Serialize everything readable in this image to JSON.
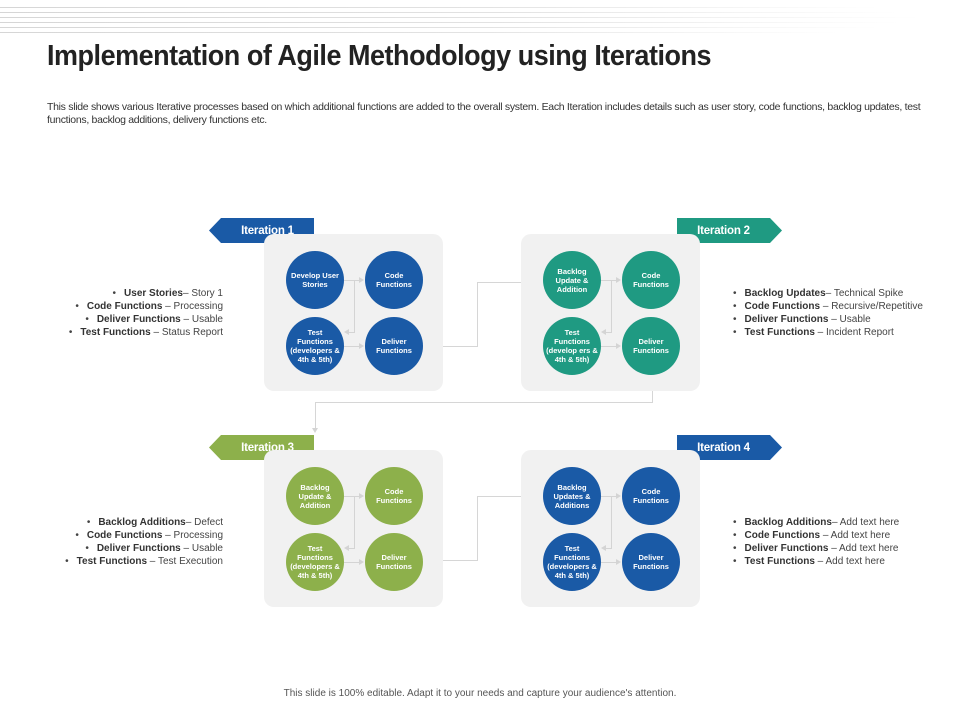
{
  "slide": {
    "title": "Implementation of Agile Methodology using Iterations",
    "description": "This slide shows various Iterative processes based on which additional functions are added to the overall system. Each Iteration includes details such as user story, code functions, backlog updates, test functions, backlog additions, delivery functions etc.",
    "footer": "This slide is 100% editable. Adapt it to your needs and capture your audience's attention."
  },
  "colors": {
    "blue": "#1a5aa6",
    "teal": "#1f9a82",
    "green": "#8db04b",
    "panel": "#f1f1f1",
    "connector": "#d6d6d6"
  },
  "iterations": [
    {
      "label": "Iteration 1",
      "color": "#1a5aa6",
      "circles": [
        "Develop User Stories",
        "Code Functions",
        "Test Functions (developers & 4th & 5th)",
        "Deliver Functions"
      ],
      "bullets": [
        {
          "key": "User Stories",
          "sep": "– ",
          "value": "Story 1"
        },
        {
          "key": "Code Functions",
          "sep": " –  ",
          "value": "Processing"
        },
        {
          "key": "Deliver Functions",
          "sep": " – ",
          "value": "Usable"
        },
        {
          "key": "Test Functions",
          "sep": " – ",
          "value": "Status Report"
        }
      ]
    },
    {
      "label": "Iteration 2",
      "color": "#1f9a82",
      "circles": [
        "Backlog Update & Addition",
        "Code Functions",
        "Test Functions (develop ers & 4th & 5th)",
        "Deliver Functions"
      ],
      "bullets": [
        {
          "key": "Backlog Updates",
          "sep": "– ",
          "value": "Technical Spike"
        },
        {
          "key": "Code Functions",
          "sep": " –  ",
          "value": "Recursive/Repetitive"
        },
        {
          "key": "Deliver Functions",
          "sep": " – ",
          "value": "Usable"
        },
        {
          "key": "Test Functions",
          "sep": " – ",
          "value": "Incident  Report"
        }
      ]
    },
    {
      "label": "Iteration 3",
      "color": "#8db04b",
      "circles": [
        "Backlog Update & Addition",
        "Code Functions",
        "Test Functions (developers & 4th & 5th)",
        "Deliver Functions"
      ],
      "bullets": [
        {
          "key": "Backlog Additions",
          "sep": "– ",
          "value": "Defect"
        },
        {
          "key": "Code Functions",
          "sep": " –  ",
          "value": "Processing"
        },
        {
          "key": "Deliver Functions",
          "sep": " – ",
          "value": "Usable"
        },
        {
          "key": "Test Functions",
          "sep": " – ",
          "value": "Test Execution"
        }
      ]
    },
    {
      "label": "Iteration 4",
      "color": "#1a5aa6",
      "circles": [
        "Backlog Updates & Additions",
        "Code Functions",
        "Test Functions (developers & 4th & 5th)",
        "Deliver Functions"
      ],
      "bullets": [
        {
          "key": "Backlog Additions",
          "sep": "– ",
          "value": "Add text here"
        },
        {
          "key": "Code Functions",
          "sep": " –  ",
          "value": "Add text here"
        },
        {
          "key": "Deliver Functions",
          "sep": " – ",
          "value": "Add text here"
        },
        {
          "key": "Test Functions",
          "sep": " – ",
          "value": "Add text here"
        }
      ]
    }
  ]
}
